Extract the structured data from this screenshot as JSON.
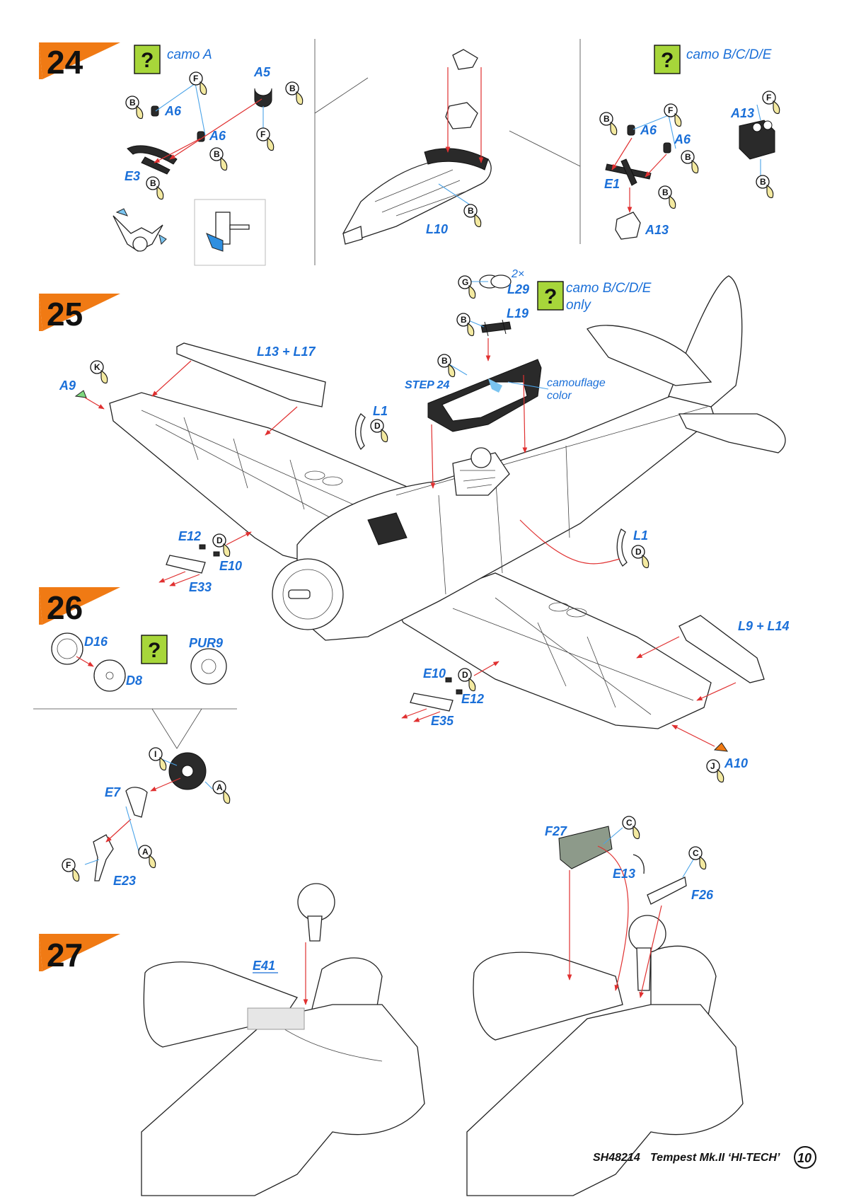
{
  "steps": {
    "s24": "24",
    "s25": "25",
    "s26": "26",
    "s27": "27"
  },
  "notes": {
    "camo_a": "camo A",
    "camo_bcde_24": "camo B/C/D/E",
    "camo_bcde_25": "camo B/C/D/E",
    "only": "only",
    "camouflage": "camouflage",
    "color": "color",
    "qmark": "?"
  },
  "parts": {
    "a5": "A5",
    "a6a": "A6",
    "a6b": "A6",
    "e3": "E3",
    "l10": "L10",
    "a6c": "A6",
    "a6d": "A6",
    "e1": "E1",
    "a13a": "A13",
    "a13b": "A13",
    "l29count": "2×",
    "l29": "L29",
    "l19": "L19",
    "step24": "STEP 24",
    "l13l17": "L13 + L17",
    "a9": "A9",
    "l1a": "L1",
    "l1b": "L1",
    "e12a": "E12",
    "e10a": "E10",
    "e33": "E33",
    "l9l14": "L9 + L14",
    "e10b": "E10",
    "e12b": "E12",
    "e35": "E35",
    "a10": "A10",
    "d16": "D16",
    "d8": "D8",
    "pur9": "PUR9",
    "e7": "E7",
    "e23": "E23",
    "f27": "F27",
    "e13": "E13",
    "f26": "F26",
    "e41": "E41"
  },
  "glue": {
    "f1": "F",
    "b1": "B",
    "b2": "B",
    "b3": "B",
    "b4": "B",
    "f2": "F",
    "b5": "B",
    "b6": "B",
    "b7": "B",
    "f3": "F",
    "b8": "B",
    "b9": "B",
    "f4": "F",
    "b10": "B",
    "g1": "G",
    "b11": "B",
    "b12": "B",
    "k1": "K",
    "d1": "D",
    "d2": "D",
    "d3": "D",
    "d4": "D",
    "j1": "J",
    "i1": "I",
    "a1": "A",
    "a2": "A",
    "f5": "F",
    "c1": "C",
    "c2": "C"
  },
  "footer": {
    "code": "SH48214",
    "title": "Tempest Mk.II ‘HI-TECH’",
    "page": "10"
  },
  "colors": {
    "step_orange": "#f07a14",
    "label_blue": "#1a6fd8",
    "glue_yellow": "#f3e9a0",
    "option_green": "#a7d63a",
    "arrow_red": "#e03030"
  }
}
